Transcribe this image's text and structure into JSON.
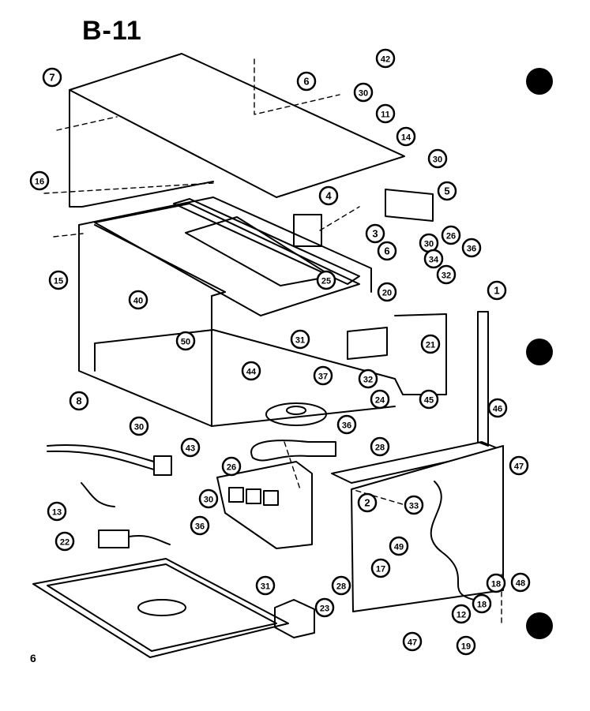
{
  "page": {
    "title": "B-11",
    "page_number": "6"
  },
  "colors": {
    "ink": "#000000",
    "paper": "#ffffff"
  },
  "callouts": [
    "7",
    "6",
    "42",
    "30",
    "11",
    "14",
    "16",
    "30",
    "4",
    "5",
    "3",
    "26",
    "15",
    "30",
    "6",
    "34",
    "36",
    "25",
    "20",
    "32",
    "40",
    "50",
    "31",
    "1",
    "44",
    "32",
    "37",
    "21",
    "45",
    "24",
    "8",
    "30",
    "36",
    "46",
    "28",
    "43",
    "26",
    "13",
    "30",
    "2",
    "33",
    "47",
    "36",
    "22",
    "49",
    "17",
    "31",
    "28",
    "48",
    "23",
    "18",
    "12",
    "19",
    "47",
    "18"
  ],
  "dots": [
    {
      "name": "binder-hole-top"
    },
    {
      "name": "binder-hole-middle"
    },
    {
      "name": "binder-hole-bottom"
    }
  ]
}
